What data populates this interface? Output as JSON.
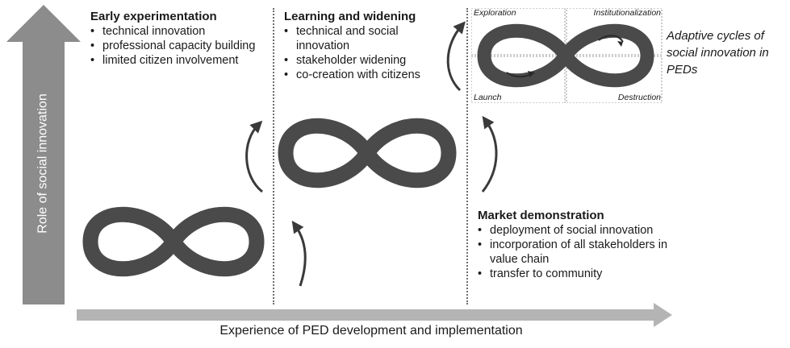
{
  "axes": {
    "y_label": "Role of social innovation",
    "x_label": "Experience of PED development and implementation"
  },
  "stages": [
    {
      "title": "Early experimentation",
      "bullets": [
        "technical innovation",
        "professional capacity building",
        "limited citizen involvement"
      ]
    },
    {
      "title": "Learning and widening",
      "bullets": [
        "technical and social innovation",
        "stakeholder widening",
        "co-creation with citizens"
      ]
    },
    {
      "title": "Market demonstration",
      "bullets": [
        "deployment of social innovation",
        "incorporation of all stakeholders in value chain",
        "transfer to community"
      ]
    }
  ],
  "adaptive_cycle": {
    "quadrants": [
      "Exploration",
      "Institutionalization",
      "Launch",
      "Destruction"
    ],
    "caption": "Adaptive cycles of social innovation in PEDs"
  },
  "colors": {
    "loop": "#4a4a4a",
    "arrow_gray": "#8c8c8c",
    "x_arrow": "#b4b4b4",
    "text": "#1a1a1a"
  }
}
